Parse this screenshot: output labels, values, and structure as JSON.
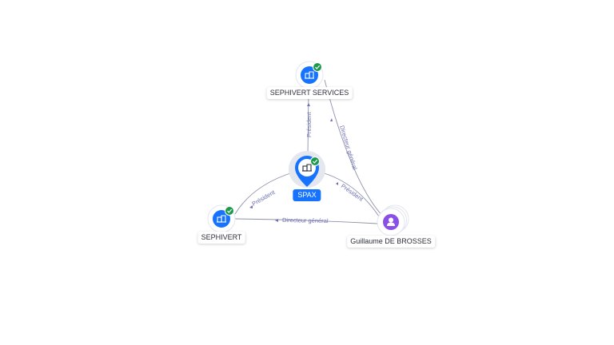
{
  "colors": {
    "company": "#1673ff",
    "person": "#8a4fe6",
    "check": "#1a9a4a",
    "edge": "#8d92a8",
    "edge_label": "#6d6fb0",
    "selected_label_bg": "#1673ff"
  },
  "nodes": {
    "sephivert_services": {
      "label": "SEPHIVERT SERVICES",
      "type": "company",
      "icon": "building-icon",
      "verified": true
    },
    "spax": {
      "label": "SPAX",
      "type": "company",
      "icon": "building-icon",
      "verified": true,
      "selected": true
    },
    "sephivert": {
      "label": "SEPHIVERT",
      "type": "company",
      "icon": "building-icon",
      "verified": true
    },
    "guillaume": {
      "label": "Guillaume DE BROSSES",
      "type": "person",
      "icon": "person-icon",
      "verified": false
    }
  },
  "edges": {
    "spax_to_services": {
      "label": "Président"
    },
    "spax_to_sephivert": {
      "label": "Président"
    },
    "guillaume_to_spax": {
      "label": "Président"
    },
    "guillaume_to_services": {
      "label": "Directeur général"
    },
    "guillaume_to_sephivert": {
      "label": "Directeur général"
    }
  }
}
